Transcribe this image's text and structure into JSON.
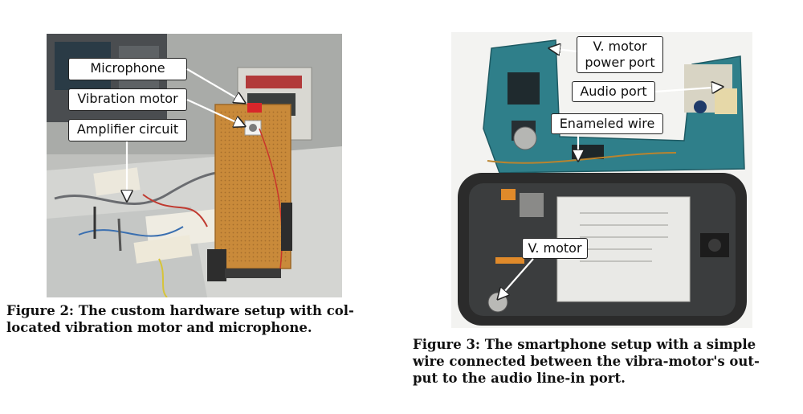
{
  "figure2": {
    "callouts": {
      "microphone": "Microphone",
      "vibration_motor": "Vibration motor",
      "amplifier_circuit": "Amplifier circuit"
    },
    "caption": {
      "label": "Figure 2:",
      "line1": "The custom hardware setup with col-",
      "line2": "located vibration motor and microphone."
    }
  },
  "figure3": {
    "callouts": {
      "v_motor_power_port_line1": "V. motor",
      "v_motor_power_port_line2": "power port",
      "audio_port": "Audio port",
      "enameled_wire": "Enameled wire",
      "v_motor": "V. motor"
    },
    "caption": {
      "label": "Figure 3:",
      "line1": "The smartphone setup with a simple",
      "line2": "wire connected between the vibra-motor's out-",
      "line3": "put to the audio line-in port."
    }
  },
  "colors": {
    "pcb_orange": "#c98a3a",
    "phone_pcb": "#2f7f8a",
    "phone_frame": "#2b2b2b",
    "battery_label": "#e9e9e6"
  }
}
